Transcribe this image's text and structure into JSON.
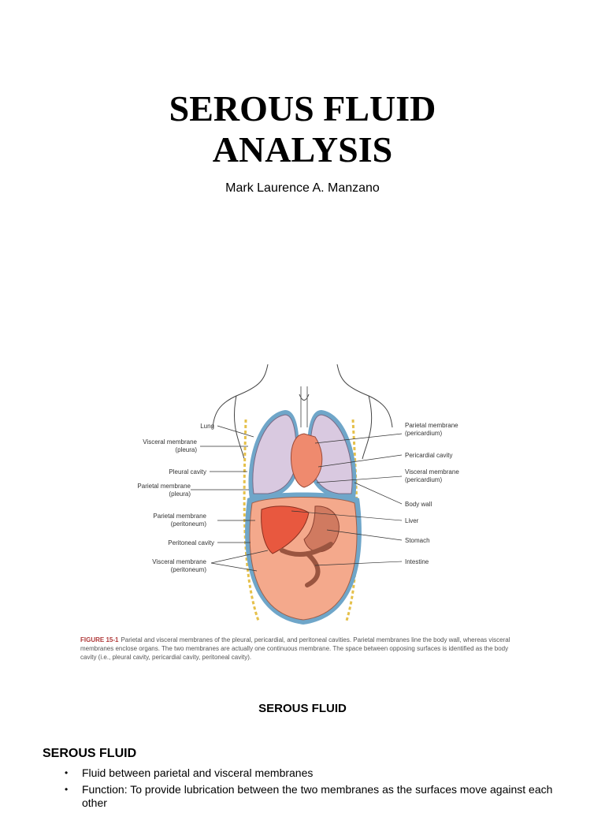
{
  "title_line1": "SEROUS FLUID",
  "title_line2": "ANALYSIS",
  "author": "Mark Laurence A. Manzano",
  "figure": {
    "labels_left": {
      "lung": "Lung",
      "visceral_pleura_1": "Visceral membrane",
      "visceral_pleura_2": "(pleura)",
      "pleural_cavity": "Pleural cavity",
      "parietal_pleura_1": "Parietal membrane",
      "parietal_pleura_2": "(pleura)",
      "parietal_peritoneum_1": "Parietal membrane",
      "parietal_peritoneum_2": "(peritoneum)",
      "peritoneal_cavity": "Peritoneal cavity",
      "visceral_peritoneum_1": "Visceral membrane",
      "visceral_peritoneum_2": "(peritoneum)"
    },
    "labels_right": {
      "parietal_pericardium_1": "Parietal membrane",
      "parietal_pericardium_2": "(pericardium)",
      "pericardial_cavity": "Pericardial cavity",
      "visceral_pericardium_1": "Visceral membrane",
      "visceral_pericardium_2": "(pericardium)",
      "body_wall": "Body wall",
      "liver": "Liver",
      "stomach": "Stomach",
      "intestine": "Intestine"
    },
    "caption_label": "FIGURE 15-1",
    "caption_text": "Parietal and visceral membranes of the pleural, pericardial, and peritoneal cavities. Parietal membranes line the body wall, whereas visceral membranes enclose organs. The two membranes are actually one continuous membrane. The space between opposing surfaces is identified as the body cavity (i.e., pleural cavity, pericardial cavity, peritoneal cavity)."
  },
  "section_heading_center": "SEROUS FLUID",
  "section_heading": "SEROUS FLUID",
  "bullets": [
    "Fluid between parietal and visceral membranes",
    "Function: To provide lubrication between the two membranes as the surfaces move against each other"
  ],
  "colors": {
    "lung": "#d9c9e0",
    "heart": "#ef8a6e",
    "peritoneum": "#f4a98c",
    "liver": "#e8583f",
    "membrane": "#6fa6c9",
    "body_wall": "#e5c04a"
  }
}
